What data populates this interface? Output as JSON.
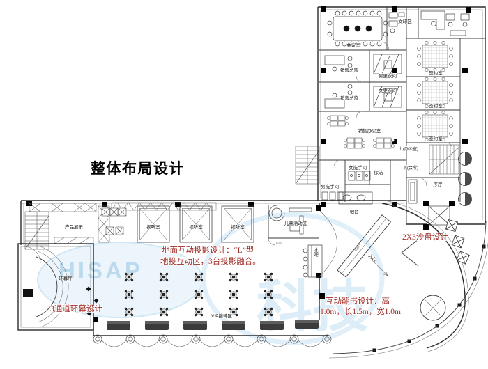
{
  "title": "整体布局设计",
  "watermark": {
    "latin": "HISAP",
    "cjk": "科技"
  },
  "annotations": {
    "ground_projection_line1": "地面互动投影设计：“L”型",
    "ground_projection_line2": "地投互动区，3台投影融合。",
    "sandbox": "2X3沙盘设计",
    "ring_screen": "3通道环幕设计",
    "flipbook_line1": "互动翻书设计：高",
    "flipbook_line2": "1.0m，长1.5m，宽1.0m"
  },
  "rooms": {
    "meeting": "会议室",
    "print_area": "文印区",
    "director_a": "销售总监",
    "director_b": "销售总监",
    "men_locker": "男更衣间",
    "women_locker": "女更衣间",
    "sales_office": "销售办公室",
    "sign_a": "签约室",
    "sign_b": "签约室",
    "sign_c": "签约室",
    "women_wc": "女洗手间",
    "cleaning": "保洁",
    "men_wc": "男洗手间",
    "bar_counter": "吧台",
    "foyer": "序厅",
    "product_display": "产品展示",
    "av_a": "视听室",
    "av_b": "视听室",
    "av_c": "视听室",
    "kids_zone": "儿童活动区",
    "water_bar": "水吧",
    "entrance": "入口",
    "vip_zone": "VIP接待区",
    "ring_hall": "环幕厅"
  },
  "stairs": {
    "up_label": "上(办公室)",
    "down_label": "下(会所)"
  },
  "dimensions": {
    "hall_dim": "826",
    "sandbox_dim": "5000"
  },
  "colors": {
    "annotation_red": "#9e2b25",
    "watermark_blue": "#b5d6ec",
    "line": "#2b2b2b"
  }
}
